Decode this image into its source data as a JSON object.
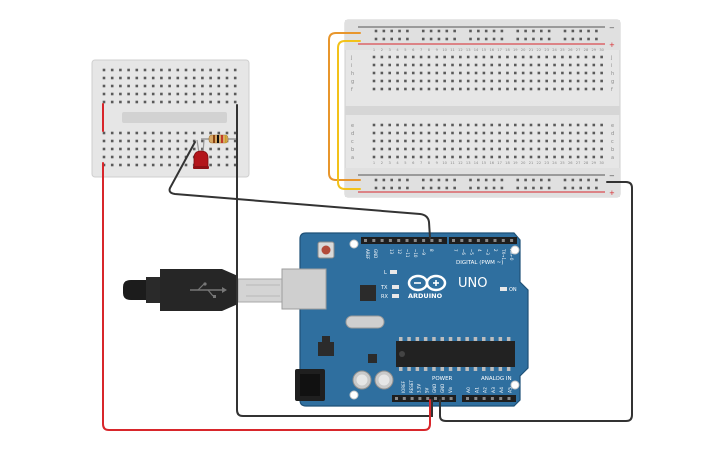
{
  "arduino": {
    "brand": "ARDUINO",
    "model": "UNO",
    "digital_label": "DIGITAL (PWM ~)",
    "power_label": "POWER",
    "analog_label": "ANALOG IN",
    "on_label": "ON",
    "l_label": "L",
    "tx_label": "TX",
    "rx_label": "RX",
    "reset_label": "RESET",
    "top_pin_labels": [
      "AREF",
      "GND",
      "13",
      "12",
      "~11",
      "~10",
      "~9",
      "8",
      "7",
      "~6",
      "~5",
      "4",
      "~3",
      "2",
      "TX→1",
      "RX←0"
    ],
    "power_pin_labels": [
      "IOREF",
      "RESET",
      "3.3V",
      "5V",
      "GND",
      "GND",
      "Vin"
    ],
    "analog_pin_labels": [
      "A0",
      "A1",
      "A2",
      "A3",
      "A4",
      "A5"
    ]
  },
  "large_breadboard": {
    "row_letters_top": [
      "j",
      "i",
      "h",
      "g",
      "f"
    ],
    "row_letters_bottom": [
      "e",
      "d",
      "c",
      "b",
      "a"
    ],
    "rail_minus": "−",
    "rail_plus": "+",
    "column_numbers": [
      "1",
      "2",
      "3",
      "4",
      "5",
      "6",
      "7",
      "8",
      "9",
      "10",
      "11",
      "12",
      "13",
      "14",
      "15",
      "16",
      "17",
      "18",
      "19",
      "20",
      "21",
      "22",
      "23",
      "24",
      "25",
      "26",
      "27",
      "28",
      "29",
      "30"
    ]
  },
  "colors": {
    "board_blue": "#2f6f9f",
    "board_edge": "#1f5177",
    "wire_red": "#d8262b",
    "wire_black": "#333333",
    "wire_orange": "#e8962c",
    "wire_yellow": "#f2c21a",
    "breadboard": "#e9e9e9",
    "led_red": "#b3151b"
  }
}
